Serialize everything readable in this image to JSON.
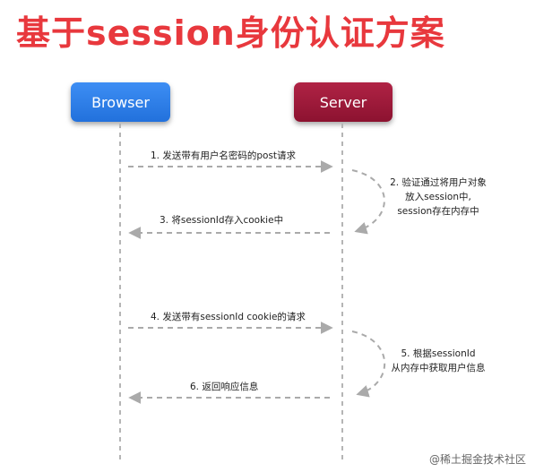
{
  "title": "基于session身份认证方案",
  "actors": {
    "browser": "Browser",
    "server": "Server"
  },
  "steps": [
    {
      "label": "1. 发送带有用户名密码的post请求"
    },
    {
      "lines": [
        "2. 验证通过将用户对象",
        "放入session中,",
        "session存在内存中"
      ]
    },
    {
      "label": "3. 将sessionId存入cookie中"
    },
    {
      "label": "4. 发送带有sessionId cookie的请求"
    },
    {
      "lines": [
        "5. 根据sessionId",
        "从内存中获取用户信息"
      ]
    },
    {
      "label": "6. 返回响应信息"
    }
  ],
  "watermark": "@稀土掘金技术社区"
}
